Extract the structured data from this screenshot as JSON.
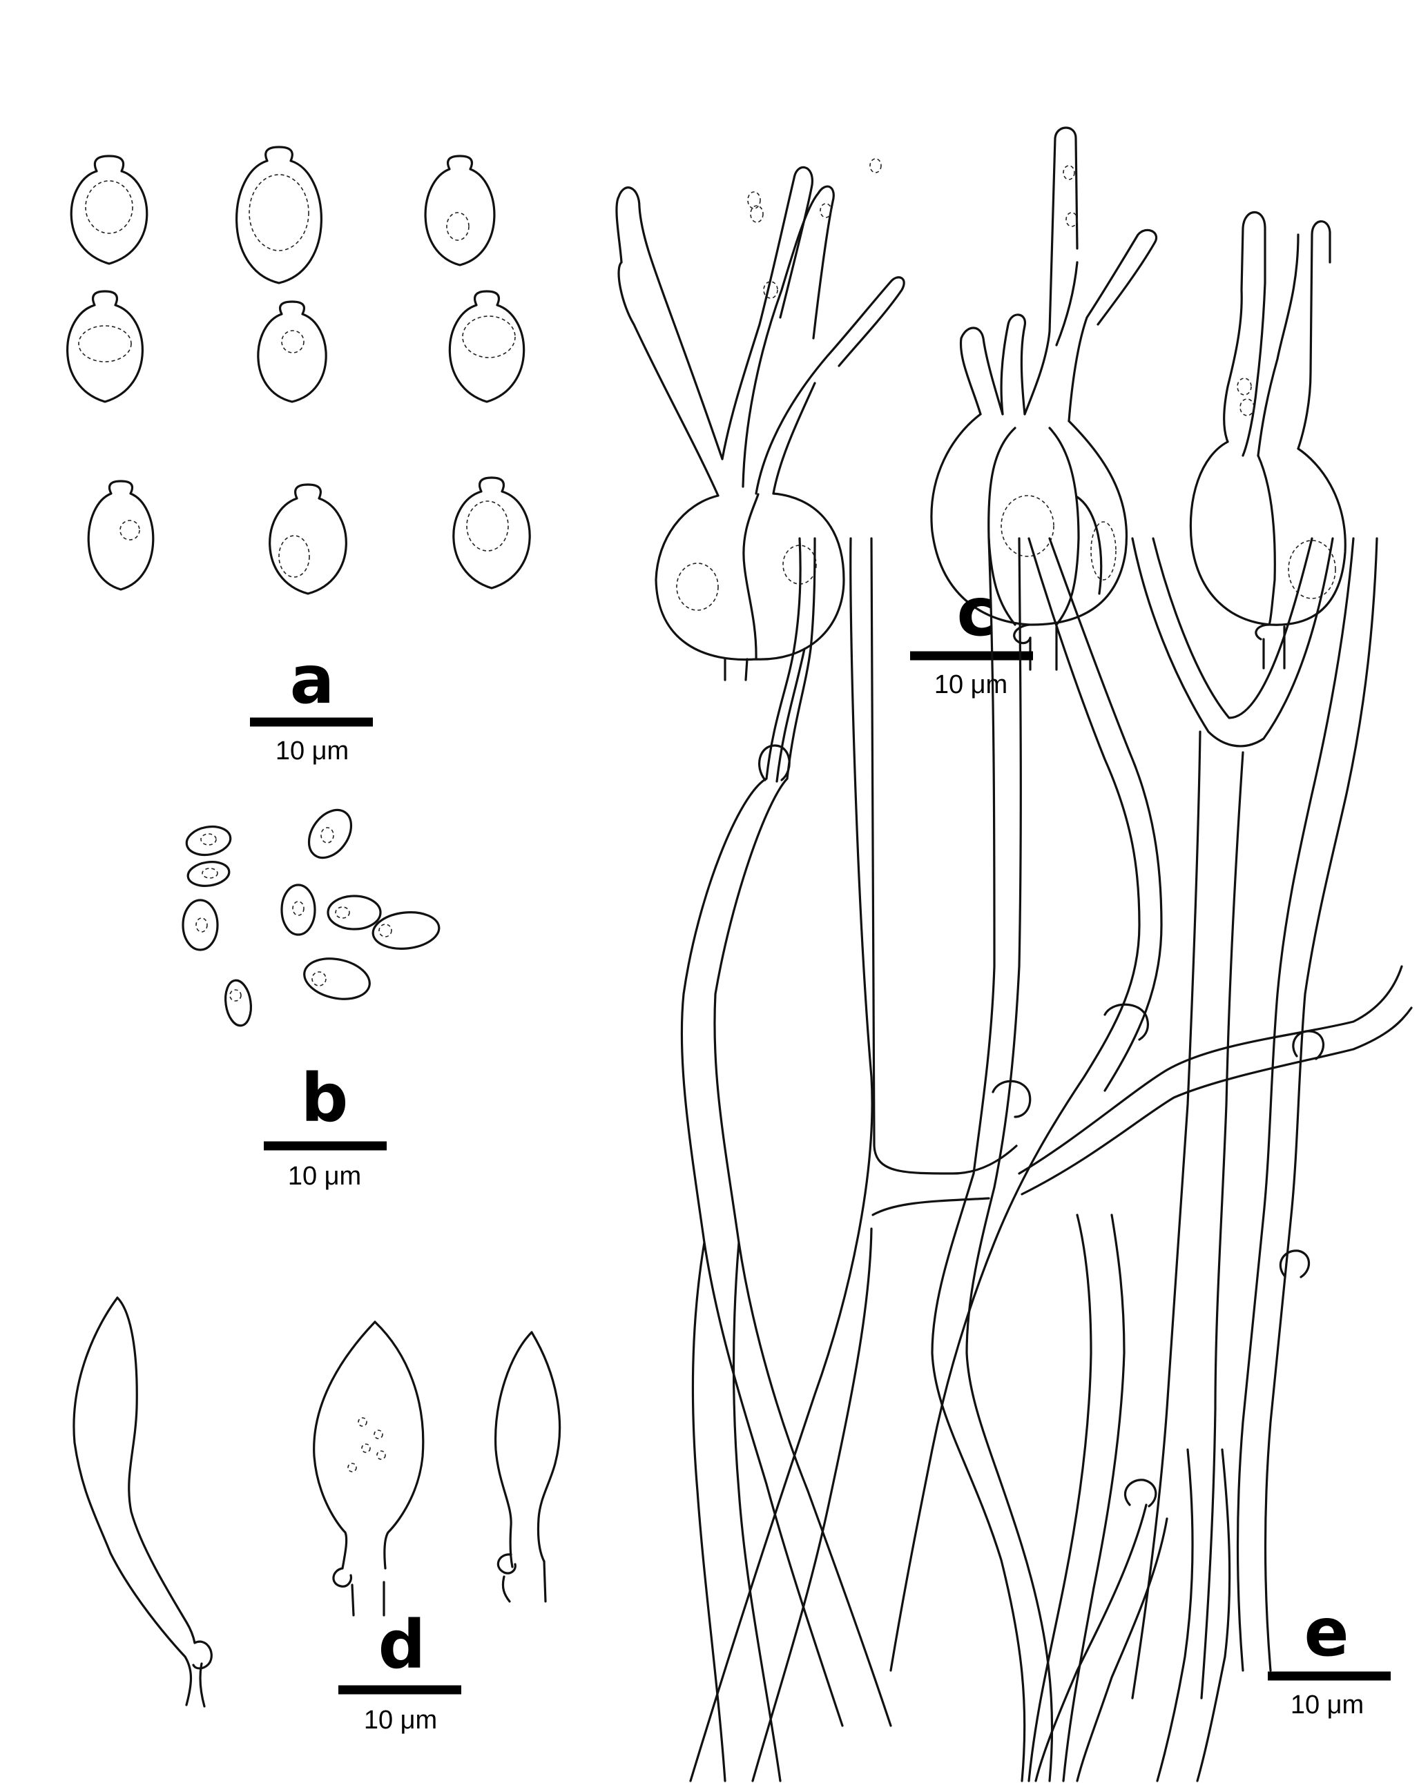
{
  "panels": [
    {
      "id": "a",
      "label": "a",
      "scale": "10 μm",
      "subject": "basidiospores"
    },
    {
      "id": "b",
      "label": "b",
      "scale": "10 μm",
      "subject": "small ellipsoid conidia/spores"
    },
    {
      "id": "c",
      "label": "c",
      "scale": "10 μm",
      "subject": "basidia with sterigmata"
    },
    {
      "id": "d",
      "label": "d",
      "scale": "10 μm",
      "subject": "cystidia"
    },
    {
      "id": "e",
      "label": "e",
      "scale": "10 μm",
      "subject": "hyphae with clamp connections"
    }
  ],
  "colors": {
    "line": "#111111",
    "background": "#ffffff"
  }
}
